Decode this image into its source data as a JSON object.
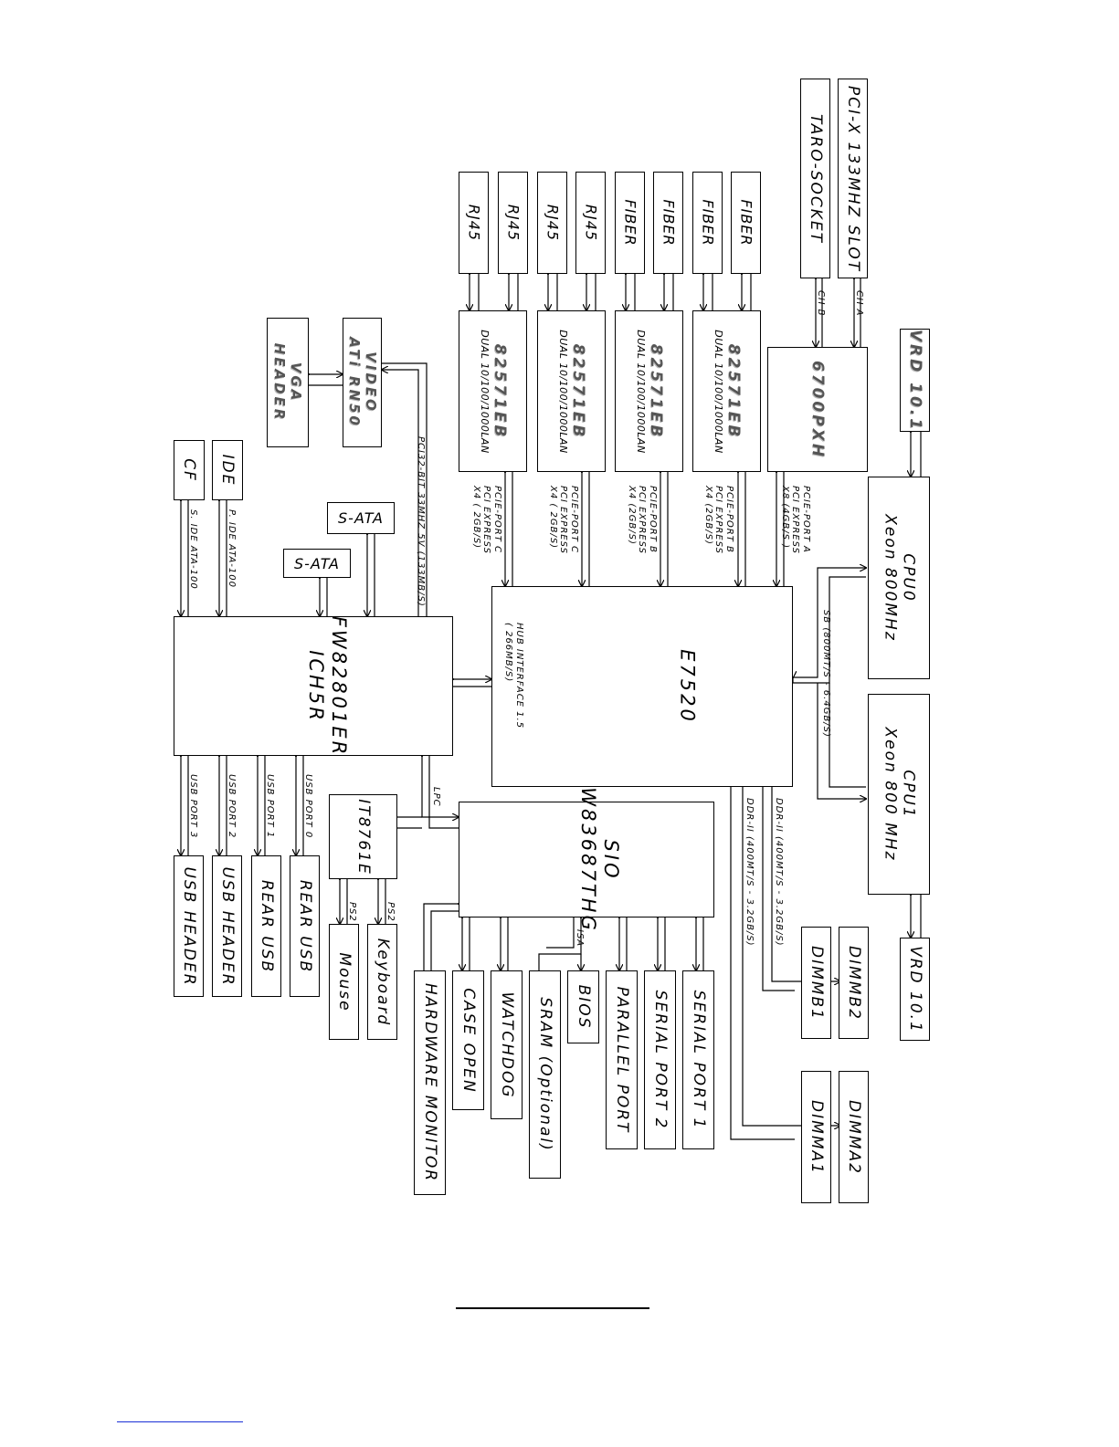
{
  "blocks": {
    "pcix_slot": "PCI-X 133MHZ SLOT",
    "taro_socket": "TARO-SOCKET",
    "fiber": [
      "FIBER",
      "FIBER",
      "FIBER",
      "FIBER"
    ],
    "rj45": [
      "RJ45",
      "RJ45",
      "RJ45",
      "RJ45"
    ],
    "lan_chips": [
      {
        "name": "82571EB",
        "desc": "DUAL 10/100/1000LAN"
      },
      {
        "name": "82571EB",
        "desc": "DUAL 10/100/1000LAN"
      },
      {
        "name": "82571EB",
        "desc": "DUAL 10/100/1000LAN"
      },
      {
        "name": "82571EB",
        "desc": "DUAL 10/100/1000LAN"
      }
    ],
    "pxh": "6700PXH",
    "vrd_top": "VRD 10.1",
    "vrd_bottom": "VRD 10.1",
    "cpu0": {
      "name": "CPU0",
      "desc": "Xeon 800MHz"
    },
    "cpu1": {
      "name": "CPU1",
      "desc": "Xeon 800 MHz"
    },
    "e7520": "E7520",
    "hub_interface": {
      "line1": "HUB INTERFACE 1.5",
      "line2": "( 266MB/S)"
    },
    "video": {
      "line1": "VIDEO",
      "line2": "ATi RN50"
    },
    "vga": {
      "line1": "VGA",
      "line2": "HEADER"
    },
    "ich": {
      "line1": "FW82801ER",
      "line2": "ICH5R"
    },
    "sata": [
      "S-ATA",
      "S-ATA"
    ],
    "ide": "IDE",
    "cf": "CF",
    "sio": {
      "line1": "SIO",
      "line2": "W83687THG"
    },
    "it8761e": "IT8761E",
    "dimms": {
      "b2": "DIMMB2",
      "b1": "DIMMB1",
      "a2": "DIMMA2",
      "a1": "DIMMA1"
    },
    "sio_devices": [
      "SERIAL PORT 1",
      "SERIAL PORT 2",
      "PARALLEL PORT",
      "BIOS",
      "SRAM (Optional)",
      "WATCHDOG",
      "CASE OPEN",
      "HARDWARE MONITOR"
    ],
    "ps2_devices": [
      "Keyboard",
      "Mouse"
    ],
    "usb_devices": [
      "REAR USB",
      "REAR USB",
      "USB HEADER",
      "USB HEADER"
    ]
  },
  "links": {
    "ch_a": "CH A",
    "ch_b": "CH B",
    "pcie_port_a": {
      "line1": "PCIE-PORT A",
      "line2": "PCI EXPRESS",
      "line3": "X8 (4GB/S )"
    },
    "pcie_port_b1": {
      "line1": "PCIE-PORT B",
      "line2": "PCI EXPRESS",
      "line3": "X4 (2GB/S)"
    },
    "pcie_port_b2": {
      "line1": "PCIE-PORT B",
      "line2": "PCI EXPRESS",
      "line3": "X4 (2GB/S)"
    },
    "pcie_port_c1": {
      "line1": "PCIE-PORT C",
      "line2": "PCI EXPRESS",
      "line3": "X4 ( 2GB/S)"
    },
    "pcie_port_c2": {
      "line1": "PCIE-PORT C",
      "line2": "PCI EXPRESS",
      "line3": "X4 ( 2GB/S)"
    },
    "fsb": "SB (800MT/S - 6.4GB/S)",
    "ddr1": "DDR-II (400MT/S - 3.2GB/S)",
    "ddr2": "DDR-II (400MT/S - 3.2GB/S)",
    "pci32": "PCI32-BIT 33MHZ 5V (133MB/S)",
    "p_ide": "P. IDE ATA-100",
    "s_ide": "S. IDE ATA-100",
    "lpc": "LPC",
    "isa": "ISA",
    "ps2": [
      "PS2",
      "PS2"
    ],
    "usb_ports": [
      "USB PORT 0",
      "USB PORT 1",
      "USB PORT 2",
      "USB PORT 3"
    ]
  }
}
